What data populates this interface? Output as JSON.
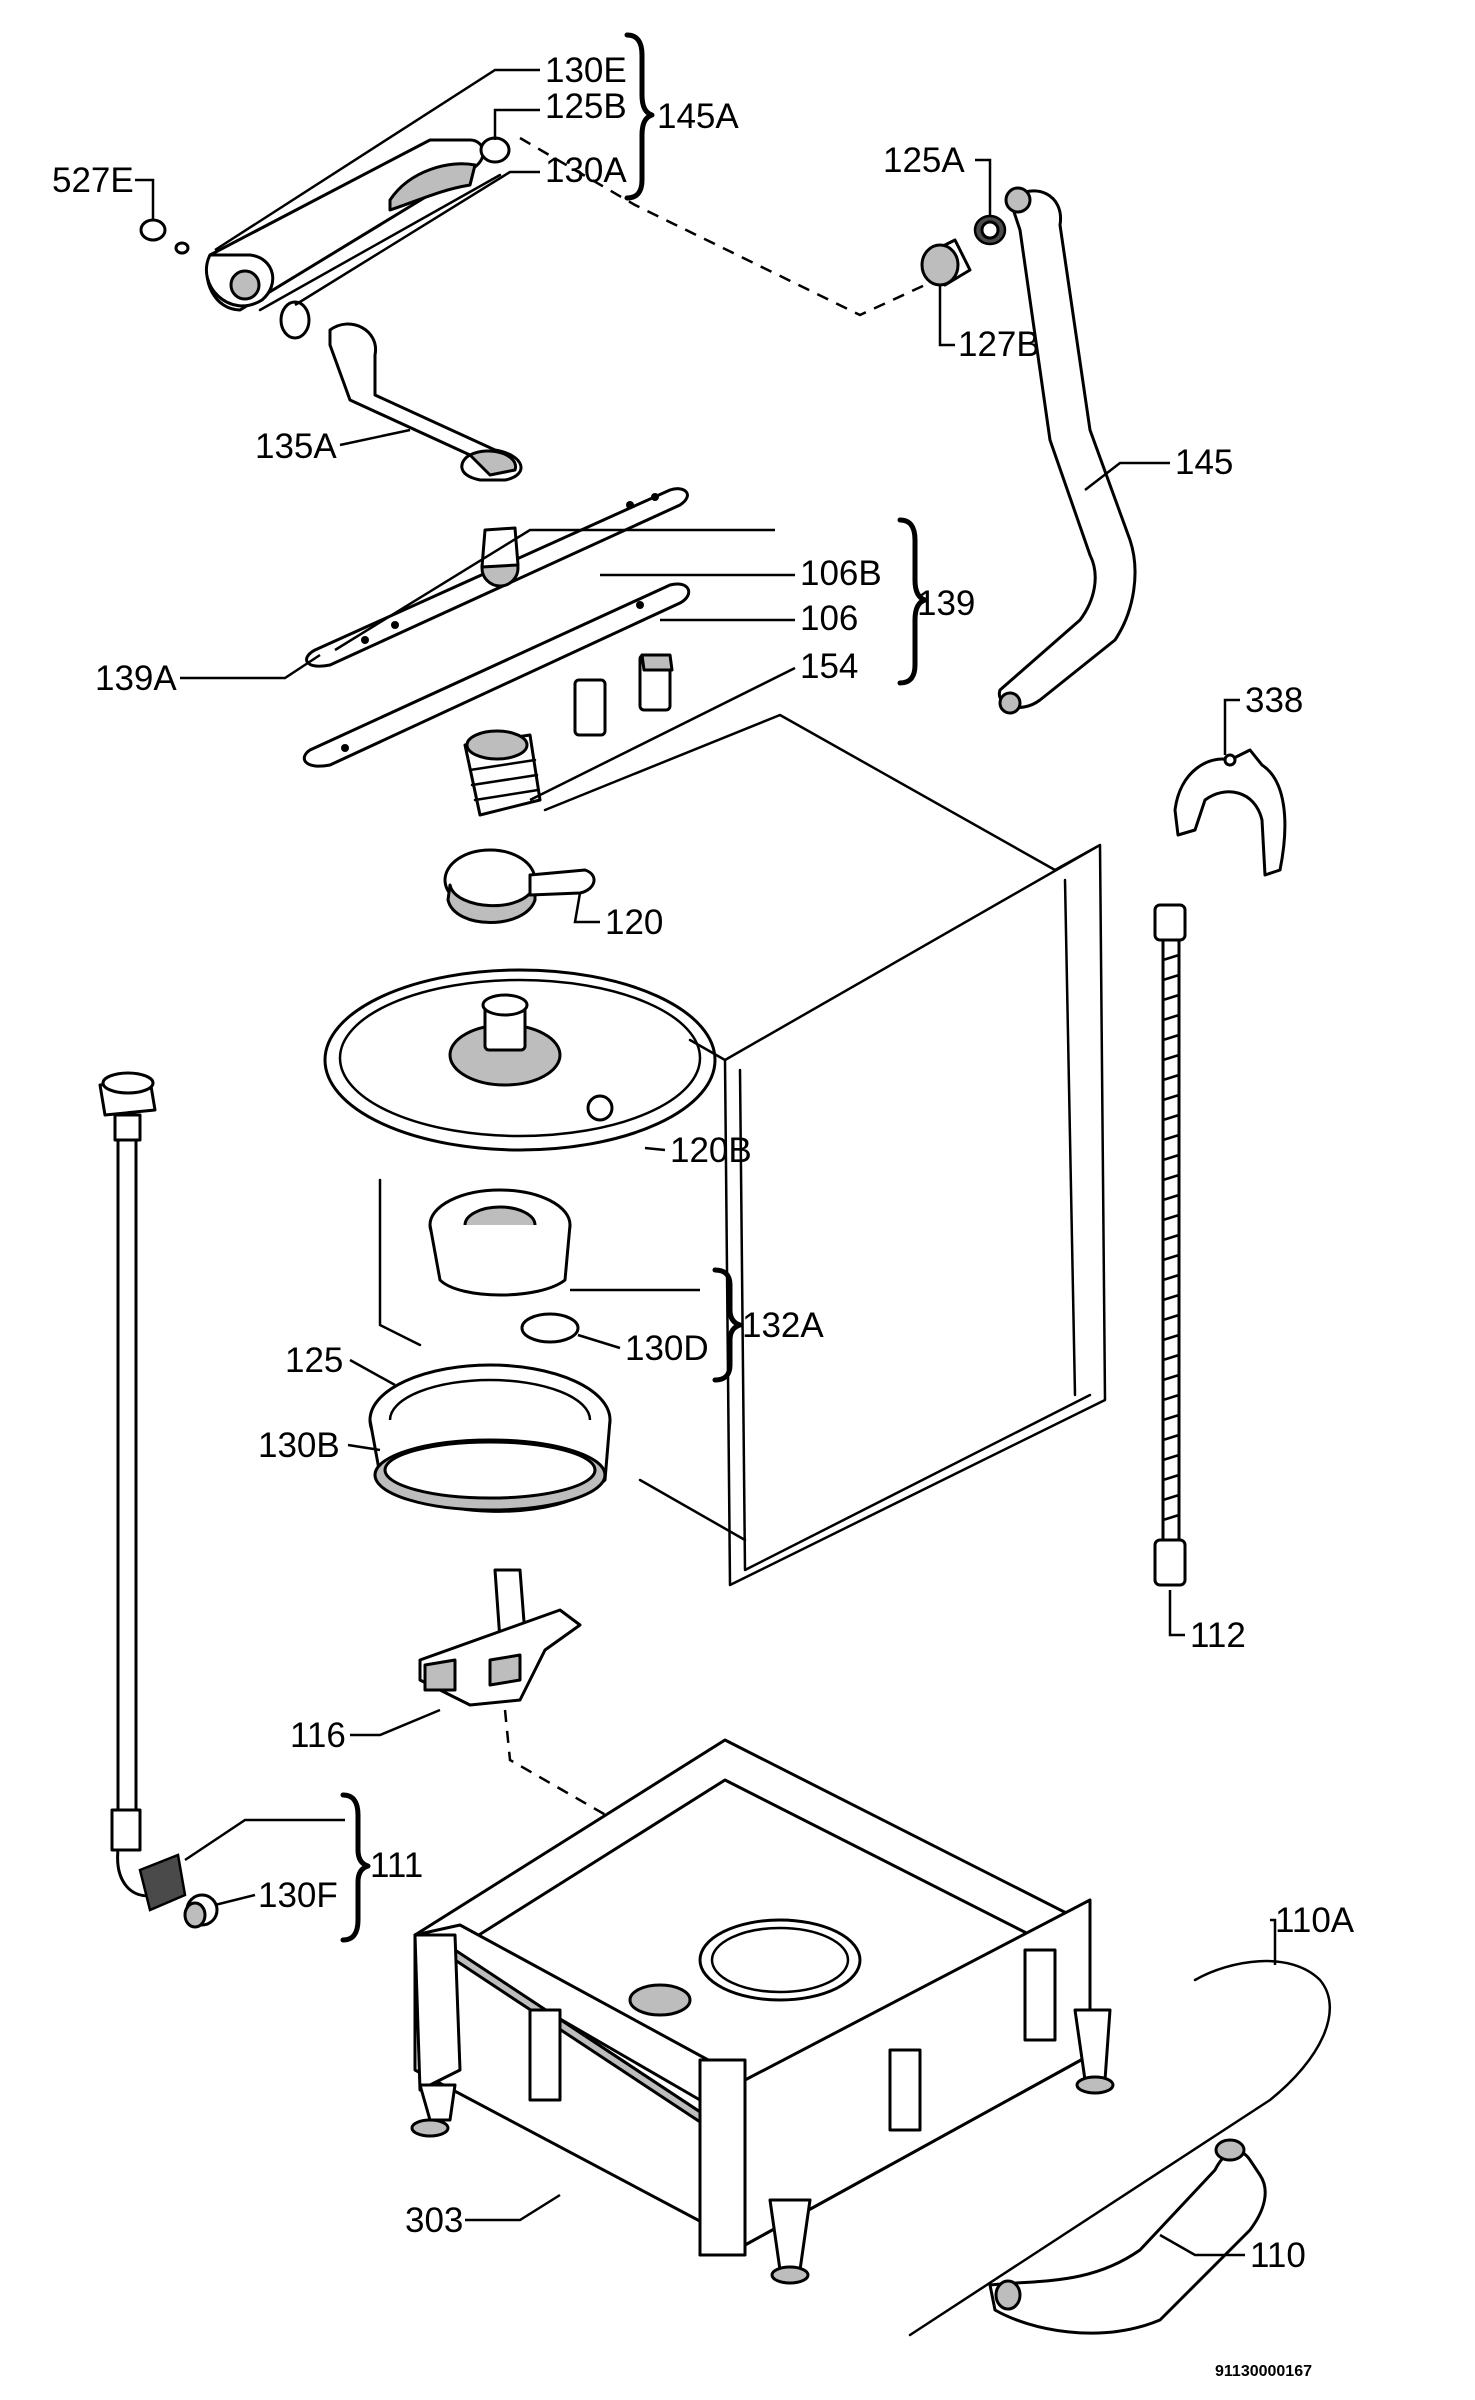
{
  "labels": {
    "l130e": "130E",
    "l125b": "125B",
    "l145a": "145A",
    "l130a": "130A",
    "l527e": "527E",
    "l125a": "125A",
    "l127b": "127B",
    "l135a": "135A",
    "l145": "145",
    "l106b": "106B",
    "l139": "139",
    "l106": "106",
    "l154": "154",
    "l139a": "139A",
    "l338": "338",
    "l120": "120",
    "l120b": "120B",
    "l132a": "132A",
    "l130d": "130D",
    "l125": "125",
    "l130b": "130B",
    "l112": "112",
    "l116": "116",
    "l111": "111",
    "l130f": "130F",
    "l110a": "110A",
    "l303": "303",
    "l110": "110"
  },
  "reference_number": "91130000167",
  "colors": {
    "line": "#000000",
    "shade": "#bdbdbd",
    "dark": "#4a4a4a",
    "background": "#ffffff"
  }
}
